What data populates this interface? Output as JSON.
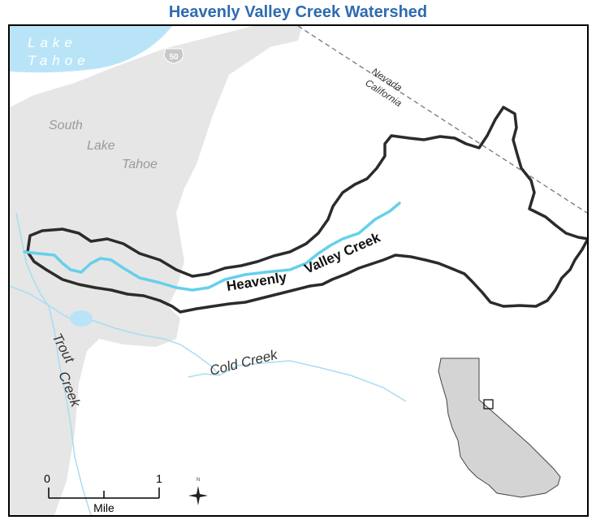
{
  "title": "Heavenly Valley Creek Watershed",
  "lake": {
    "line1": "Lake",
    "line2": "Tahoe"
  },
  "highway_shield": "50",
  "state_border": {
    "north": "Nevada",
    "south": "California"
  },
  "town": {
    "line1": "South",
    "line2": "Lake",
    "line3": "Tahoe"
  },
  "creeks": {
    "heavenly_line1": "Heavenly",
    "heavenly_line2": "Valley Creek",
    "trout_line1": "Trout",
    "trout_line2": "Creek",
    "cold": "Cold Creek"
  },
  "scale_bar": {
    "left": "0",
    "right": "1",
    "unit": "Mile"
  },
  "north_arrow": "N",
  "colors": {
    "title": "#2e6bb0",
    "water": "#b9e4f8",
    "stream": "#66d0ea",
    "minor_stream": "#a9dcf2",
    "urban": "#e6e6e6",
    "boundary": "#2b2b2b"
  }
}
